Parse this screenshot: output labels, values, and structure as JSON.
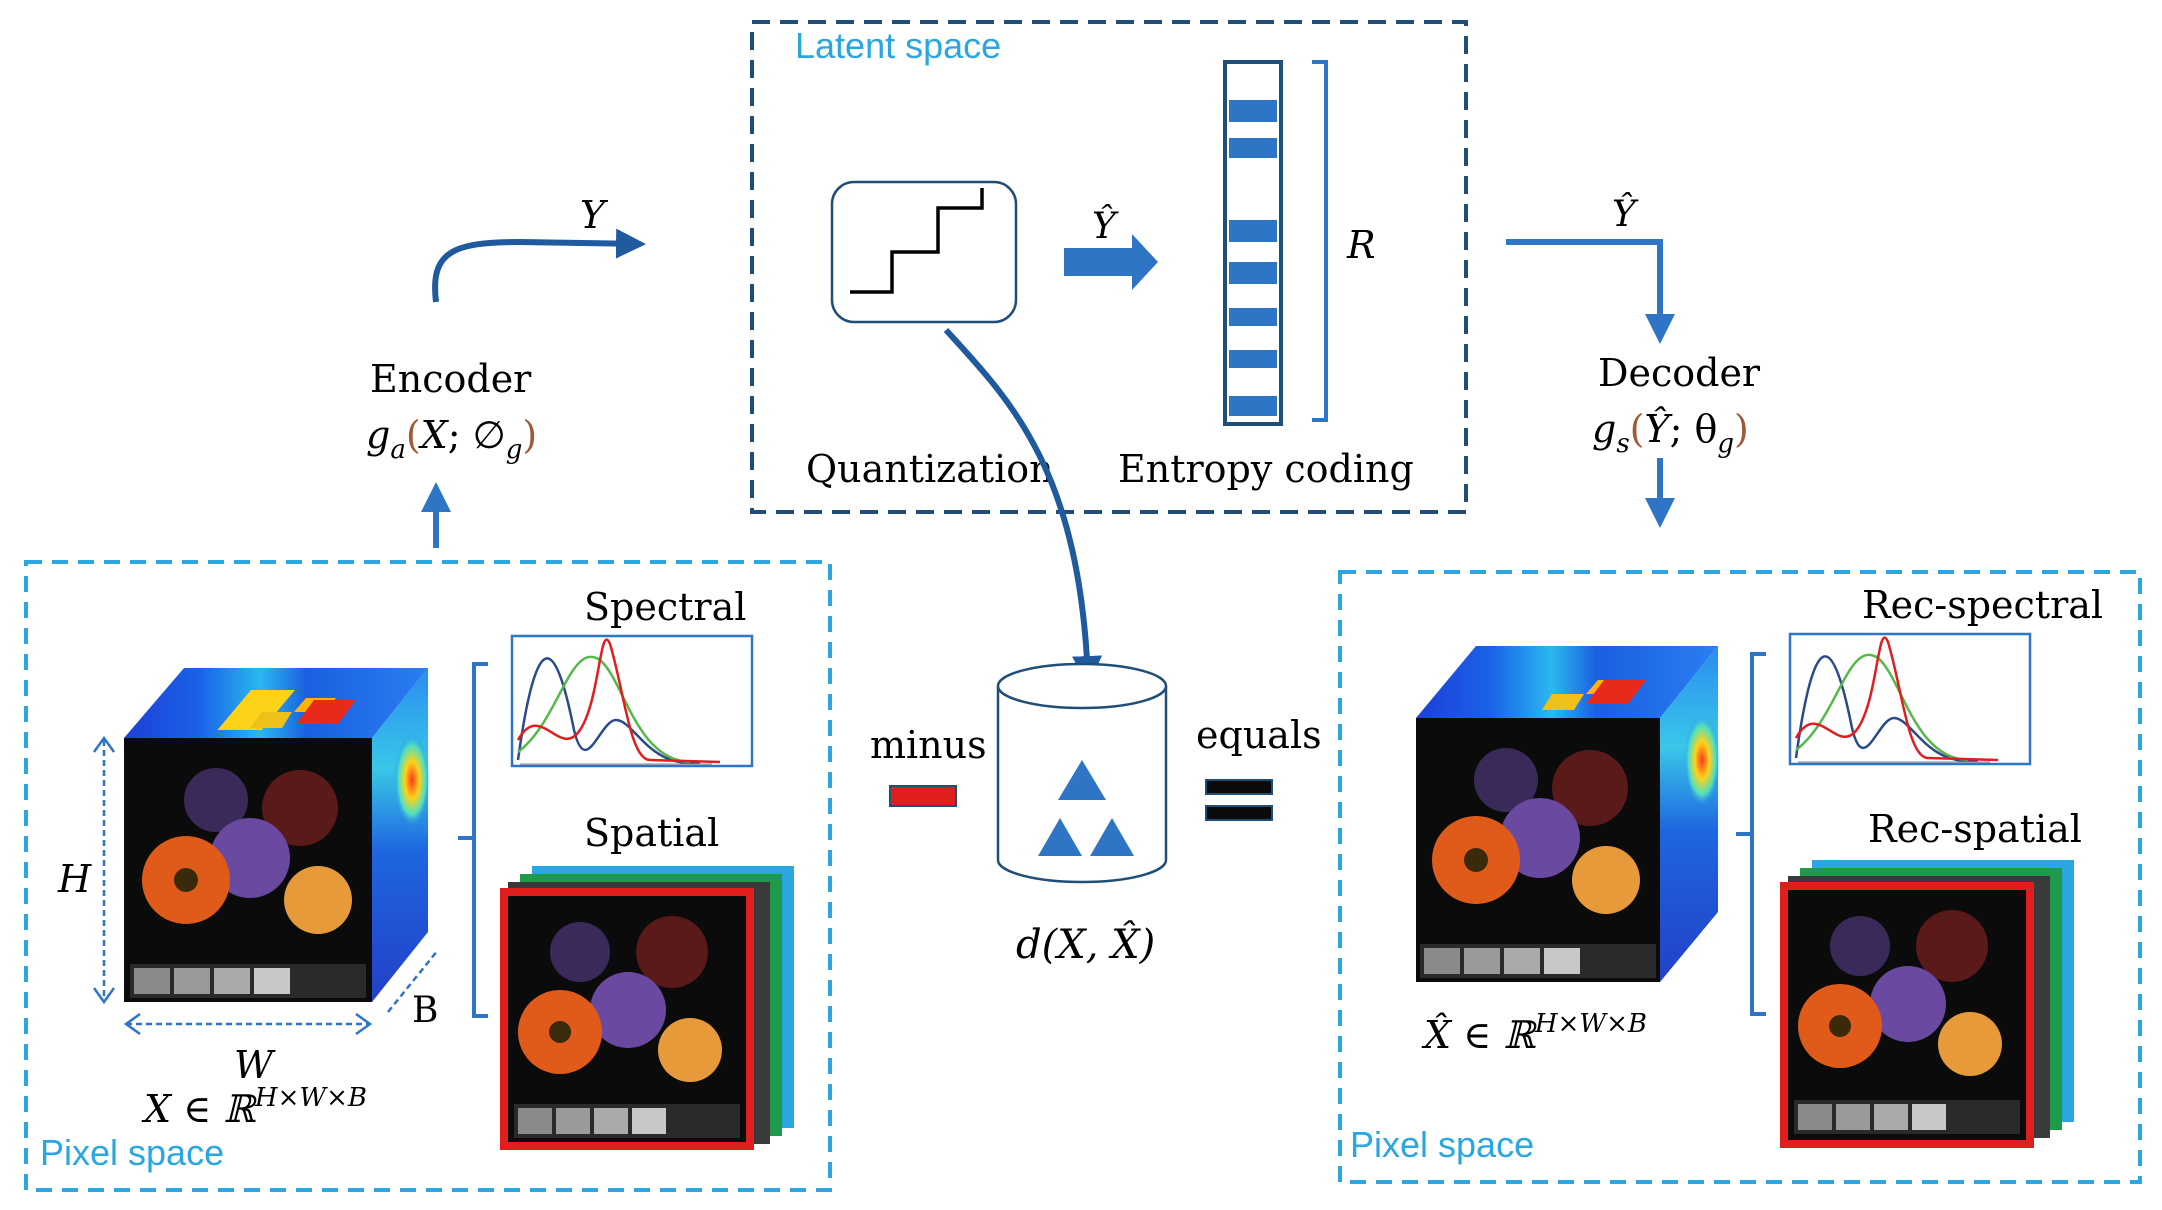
{
  "labels": {
    "latent_space": "Latent space",
    "quantization": "Quantization",
    "entropy_coding": "Entropy coding",
    "encoder": "Encoder",
    "encoder_fn_main": "g",
    "encoder_fn_sub": "a",
    "encoder_fn_args_open": "(",
    "encoder_fn_x": "X",
    "encoder_fn_sep": "; ∅",
    "encoder_fn_phi_sub": "g",
    "encoder_fn_close": ")",
    "decoder": "Decoder",
    "decoder_fn_main": "g",
    "decoder_fn_sub": "s",
    "decoder_fn_y": "Ŷ",
    "decoder_fn_sep": "; θ",
    "decoder_fn_theta_sub": "g",
    "y_label": "Y",
    "yhat_label_mid": "Ŷ",
    "yhat_label_right": "Ŷ",
    "r_label": "R",
    "spectral": "Spectral",
    "spatial": "Spatial",
    "rec_spectral": "Rec-spectral",
    "rec_spatial": "Rec-spatial",
    "minus": "minus",
    "equals": "equals",
    "distortion": "d(X, X̂)",
    "h_dim": "H",
    "w_dim": "W",
    "b_dim": "B",
    "x_set": "X ∈ ℝ",
    "x_set_sup": "H×W×B",
    "xhat_set": "X̂ ∈ ℝ",
    "xhat_set_sup": "H×W×B",
    "pixel_space_left": "Pixel space",
    "pixel_space_right": "Pixel space"
  },
  "colors": {
    "light_blue": "#2aa7e0",
    "dark_blue": "#1f4e79",
    "arrow_blue": "#2f75c5",
    "red": "#e01e1e",
    "green_curve": "#55b84a",
    "navy_curve": "#2a4a8a"
  }
}
